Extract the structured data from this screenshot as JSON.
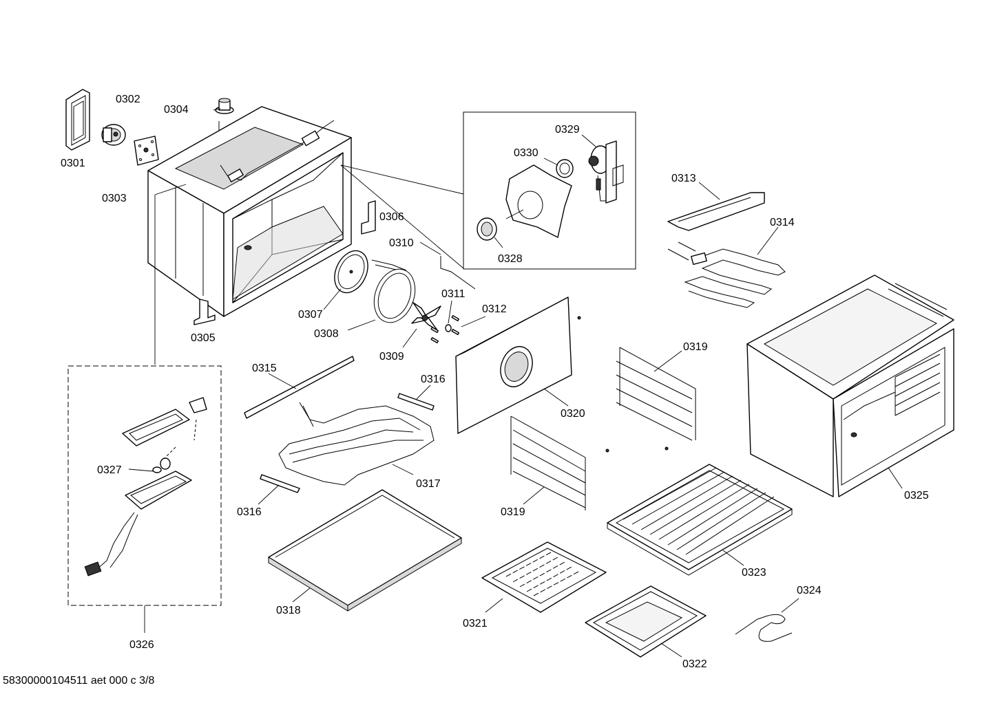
{
  "parts": [
    {
      "id": "0301"
    },
    {
      "id": "0302"
    },
    {
      "id": "0303"
    },
    {
      "id": "0304"
    },
    {
      "id": "0305"
    },
    {
      "id": "0306"
    },
    {
      "id": "0307"
    },
    {
      "id": "0308"
    },
    {
      "id": "0309"
    },
    {
      "id": "0310"
    },
    {
      "id": "0311"
    },
    {
      "id": "0312"
    },
    {
      "id": "0313"
    },
    {
      "id": "0314"
    },
    {
      "id": "0315"
    },
    {
      "id": "0316"
    },
    {
      "id": "0316"
    },
    {
      "id": "0317"
    },
    {
      "id": "0318"
    },
    {
      "id": "0319"
    },
    {
      "id": "0319"
    },
    {
      "id": "0320"
    },
    {
      "id": "0321"
    },
    {
      "id": "0322"
    },
    {
      "id": "0323"
    },
    {
      "id": "0324"
    },
    {
      "id": "0325"
    },
    {
      "id": "0326"
    },
    {
      "id": "0327"
    },
    {
      "id": "0328"
    },
    {
      "id": "0329"
    },
    {
      "id": "0330"
    }
  ],
  "footer": "58300000104511 aet 000 c 3/8"
}
